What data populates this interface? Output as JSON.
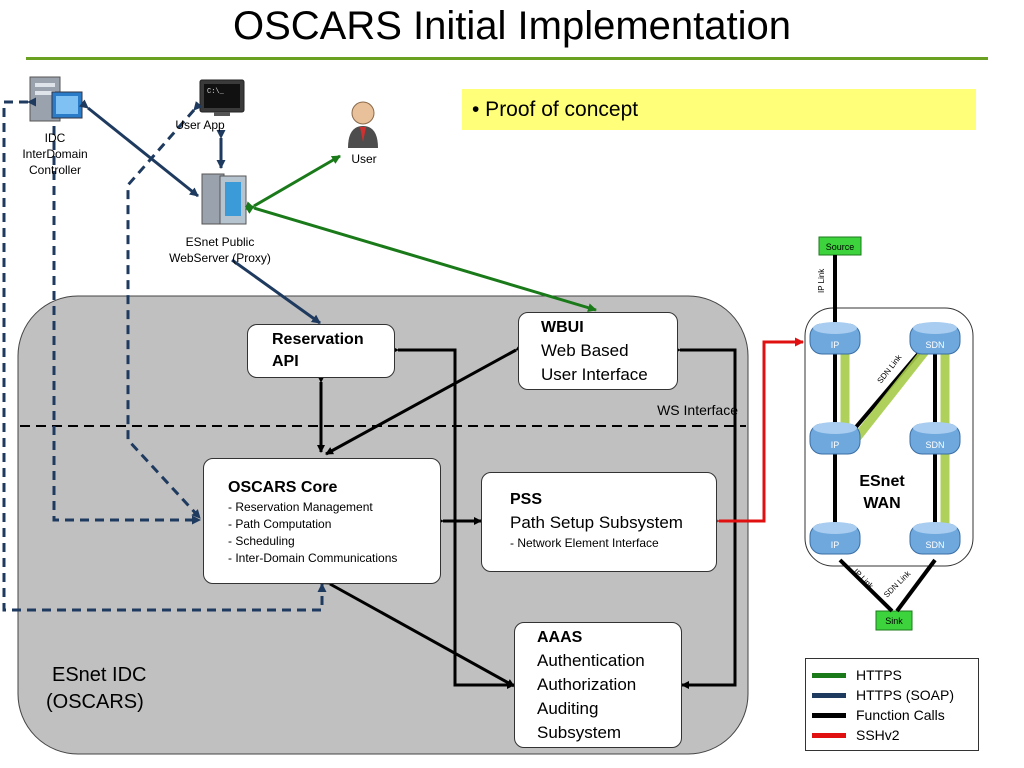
{
  "title": "OSCARS Initial Implementation",
  "callout": "• Proof of concept",
  "nodes": {
    "idc": [
      "IDC",
      "InterDomain",
      "Controller"
    ],
    "user_app": "User App",
    "user": "User",
    "proxy": [
      "ESnet Public",
      "WebServer (Proxy)"
    ]
  },
  "boxes": {
    "reservation_api": {
      "title": [
        "Reservation",
        "API"
      ]
    },
    "wbui": {
      "title": "WBUI",
      "lines": [
        "Web Based",
        "User Interface"
      ]
    },
    "oscars_core": {
      "title": "OSCARS Core",
      "items": [
        "- Reservation Management",
        "- Path Computation",
        "- Scheduling",
        "- Inter-Domain Communications"
      ]
    },
    "pss": {
      "title": "PSS",
      "subtitle": "Path Setup Subsystem",
      "items": [
        "- Network Element Interface"
      ]
    },
    "aaas": {
      "title": "AAAS",
      "lines": [
        "Authentication",
        "Authorization",
        "Auditing",
        "Subsystem"
      ]
    }
  },
  "ws_interface": "WS Interface",
  "esnet_idc": [
    "ESnet IDC",
    "(OSCARS)"
  ],
  "wan": {
    "source": "Source",
    "sink": "Sink",
    "label": [
      "ESnet",
      "WAN"
    ],
    "routers": [
      "IP",
      "SDN",
      "IP",
      "SDN",
      "IP",
      "SDN"
    ],
    "link_labels": [
      "IP Link",
      "SDN Link",
      "IP Link",
      "SDN Link"
    ]
  },
  "legend": [
    {
      "label": "HTTPS",
      "color": "#1a7a1a"
    },
    {
      "label": "HTTPS (SOAP)",
      "color": "#1f3a5f"
    },
    {
      "label": "Function Calls",
      "color": "#000000"
    },
    {
      "label": "SSHv2",
      "color": "#e01010"
    }
  ],
  "colors": {
    "https": "#1a7a1a",
    "soap": "#1f3a5f",
    "func": "#000000",
    "ssh": "#e01010",
    "idc_panel": "#c0c0c0",
    "callout": "#ffff79",
    "sdn_path": "#a6cc4a",
    "router": "#6fa8dc"
  }
}
